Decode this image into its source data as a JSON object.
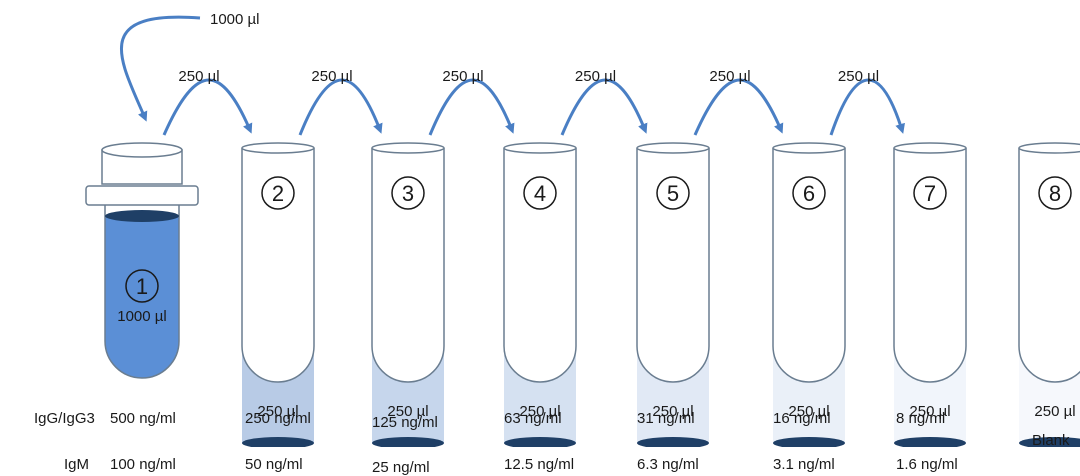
{
  "initial_transfer": "1000 µl",
  "transfer_volume": "250 µl",
  "blank_label": "Blank",
  "row_labels": {
    "igg": "IgG/IgG3",
    "igm": "IgM"
  },
  "tubes": [
    {
      "number": "1",
      "volume": "1000 µl",
      "igg": "500 ng/ml",
      "igm": "100 ng/ml",
      "fill": "#5b8fd6",
      "capped": true
    },
    {
      "number": "2",
      "volume": "250 µl",
      "igg": "250 ng/ml",
      "igm": "50 ng/ml",
      "fill": "#b8cbe6"
    },
    {
      "number": "3",
      "volume": "250 µl",
      "igg": "125 ng/ml",
      "igm": "25 ng/ml",
      "fill": "#c6d6ec"
    },
    {
      "number": "4",
      "volume": "250 µl",
      "igg": "63 ng/ml",
      "igm": "12.5 ng/ml",
      "fill": "#d5e1f1"
    },
    {
      "number": "5",
      "volume": "250 µl",
      "igg": "31 ng/ml",
      "igm": "6.3 ng/ml",
      "fill": "#e1e9f5"
    },
    {
      "number": "6",
      "volume": "250 µl",
      "igg": "16 ng/ml",
      "igm": "3.1 ng/ml",
      "fill": "#eaf0f8"
    },
    {
      "number": "7",
      "volume": "250 µl",
      "igg": "8 ng/ml",
      "igm": "1.6 ng/ml",
      "fill": "#f1f5fb"
    },
    {
      "number": "8",
      "volume": "250 µl",
      "igg": "",
      "igm": "",
      "fill": "#f6f8fc",
      "blank": true
    }
  ],
  "colors": {
    "arrow": "#4a7fc4",
    "tube_outline": "#6a7d90",
    "meniscus": "#1f3f66",
    "cap_fill": "#ffffff"
  }
}
